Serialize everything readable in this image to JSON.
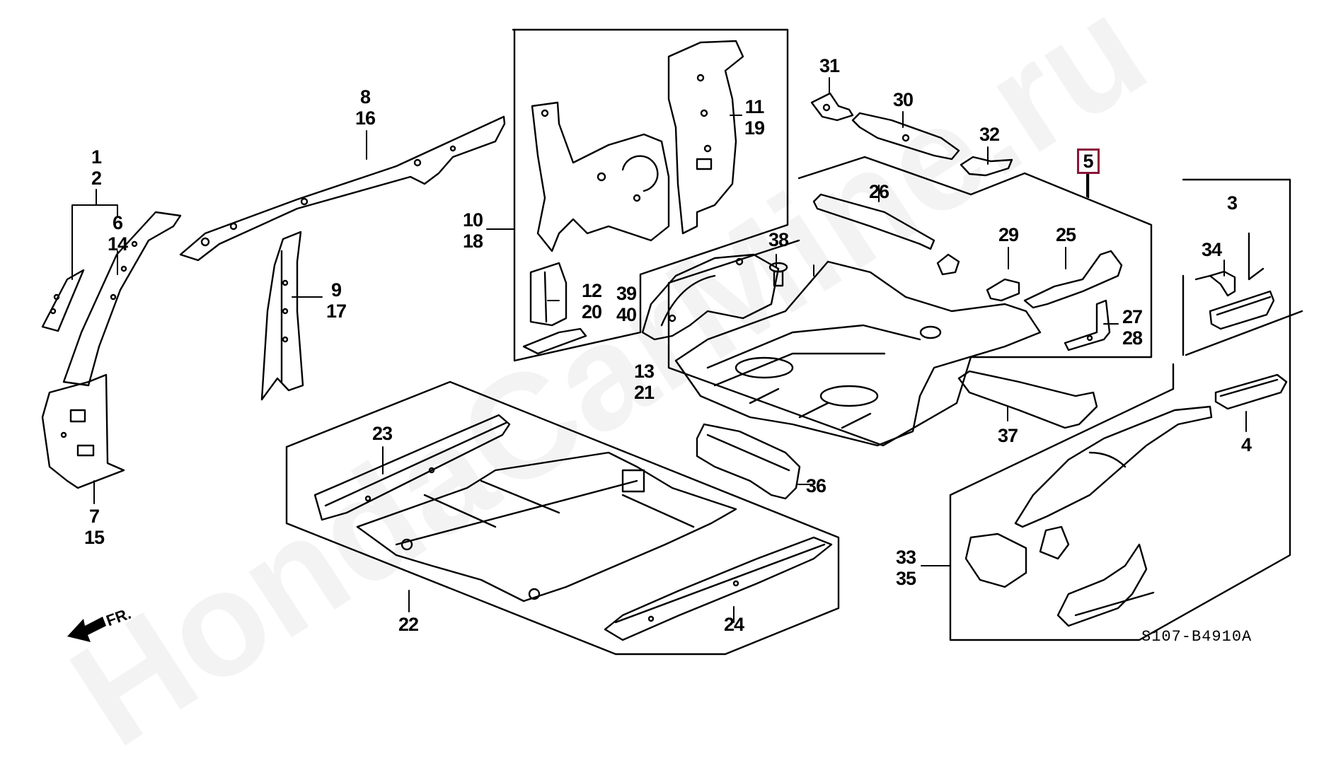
{
  "diagram": {
    "title": "Honda body structure parts diagram",
    "diagram_code": "S107-B4910A",
    "direction_indicator": {
      "label": "FR.",
      "icon": "arrow-left-down-icon"
    },
    "watermark": "HondaCarMine.ru",
    "highlight_color": "#8a1538",
    "callouts": [
      {
        "id": "c1_2",
        "lines": [
          "1",
          "2"
        ]
      },
      {
        "id": "c6_14",
        "lines": [
          "6",
          "14"
        ]
      },
      {
        "id": "c7_15",
        "lines": [
          "7",
          "15"
        ]
      },
      {
        "id": "c8_16",
        "lines": [
          "8",
          "16"
        ]
      },
      {
        "id": "c9_17",
        "lines": [
          "9",
          "17"
        ]
      },
      {
        "id": "c10_18",
        "lines": [
          "10",
          "18"
        ]
      },
      {
        "id": "c11_19",
        "lines": [
          "11",
          "19"
        ]
      },
      {
        "id": "c12_20",
        "lines": [
          "12",
          "20"
        ]
      },
      {
        "id": "c39_40",
        "lines": [
          "39",
          "40"
        ]
      },
      {
        "id": "c13_21",
        "lines": [
          "13",
          "21"
        ]
      },
      {
        "id": "c38",
        "lines": [
          "38"
        ]
      },
      {
        "id": "c31",
        "lines": [
          "31"
        ]
      },
      {
        "id": "c30",
        "lines": [
          "30"
        ]
      },
      {
        "id": "c32",
        "lines": [
          "32"
        ]
      },
      {
        "id": "c26",
        "lines": [
          "26"
        ]
      },
      {
        "id": "c29",
        "lines": [
          "29"
        ]
      },
      {
        "id": "c25",
        "lines": [
          "25"
        ]
      },
      {
        "id": "c27_28",
        "lines": [
          "27",
          "28"
        ]
      },
      {
        "id": "c3",
        "lines": [
          "3"
        ]
      },
      {
        "id": "c34",
        "lines": [
          "34"
        ]
      },
      {
        "id": "c4",
        "lines": [
          "4"
        ]
      },
      {
        "id": "c37",
        "lines": [
          "37"
        ]
      },
      {
        "id": "c36",
        "lines": [
          "36"
        ]
      },
      {
        "id": "c23",
        "lines": [
          "23"
        ]
      },
      {
        "id": "c22",
        "lines": [
          "22"
        ]
      },
      {
        "id": "c24",
        "lines": [
          "24"
        ]
      },
      {
        "id": "c33_35",
        "lines": [
          "33",
          "35"
        ]
      }
    ],
    "highlighted_callout": {
      "id": "c5",
      "label": "5"
    }
  }
}
